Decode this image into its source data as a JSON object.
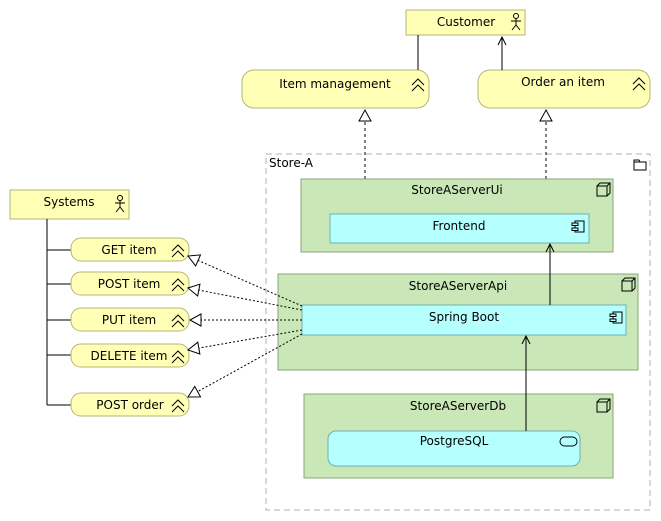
{
  "actors": {
    "customer": {
      "label": "Customer",
      "icon": "actor-icon"
    },
    "systems": {
      "label": "Systems",
      "icon": "actor-icon"
    }
  },
  "services": {
    "item_management": "Item management",
    "order_item": "Order an item",
    "get_item": "GET item",
    "post_item": "POST item",
    "put_item": "PUT item",
    "delete_item": "DELETE item",
    "post_order": "POST order"
  },
  "group": {
    "label": "Store-A",
    "icon": "folder-icon"
  },
  "nodes": {
    "ui": {
      "label": "StoreAServerUi",
      "icon": "node-cube-icon"
    },
    "api": {
      "label": "StoreAServerApi",
      "icon": "node-cube-icon"
    },
    "db": {
      "label": "StoreAServerDb",
      "icon": "node-cube-icon"
    }
  },
  "components": {
    "frontend": {
      "label": "Frontend",
      "icon": "component-icon"
    },
    "spring": {
      "label": "Spring Boot",
      "icon": "component-icon"
    },
    "postgres": {
      "label": "PostgreSQL",
      "icon": "data-store-icon"
    }
  },
  "colors": {
    "business": "#ffffb5",
    "business_border": "#b5b57a",
    "node": "#c9e7b7",
    "node_border": "#8aa67a",
    "app": "#b5ffff",
    "app_border": "#6fb0b0",
    "group_border": "#b0b0b0"
  }
}
